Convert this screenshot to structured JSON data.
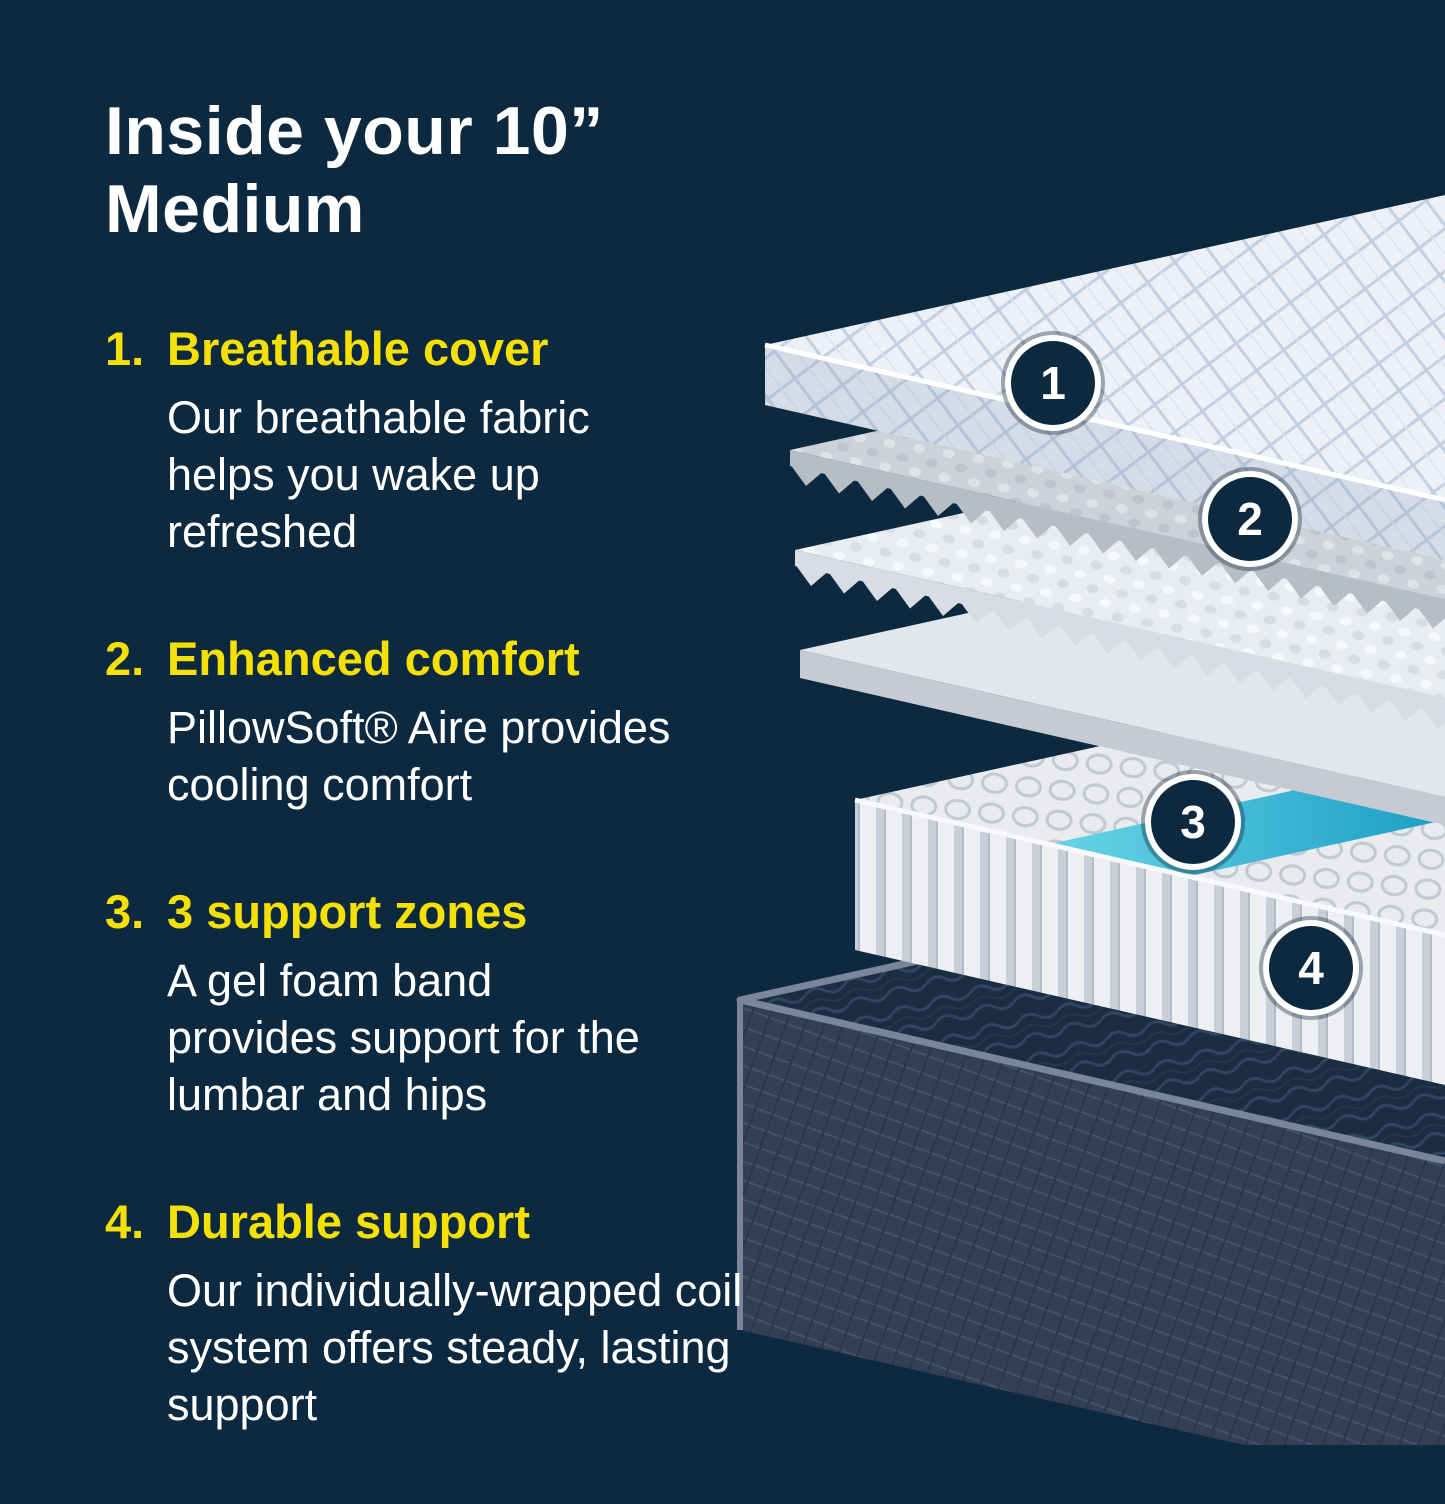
{
  "page": {
    "title": "Inside your 10” Medium",
    "background_color": "#0d2940",
    "heading_accent_color": "#f5e003",
    "body_text_color": "#ffffff"
  },
  "sections": [
    {
      "number": "1.",
      "heading": "Breathable cover",
      "body": "Our breathable fabric helps you wake up refreshed"
    },
    {
      "number": "2.",
      "heading": "Enhanced comfort",
      "body": "PillowSoft® Aire provides cooling comfort"
    },
    {
      "number": "3.",
      "heading": "3 support zones",
      "body": "A gel foam band provides support for the lumbar and hips"
    },
    {
      "number": "4.",
      "heading": "Durable support",
      "body": "Our individually-wrapped coil system offers steady, lasting support"
    }
  ],
  "callouts": [
    {
      "label": "1"
    },
    {
      "label": "2"
    },
    {
      "label": "3"
    },
    {
      "label": "4"
    }
  ],
  "illustration": {
    "name": "exploded-mattress-layers",
    "layers": [
      "quilted-breathable-cover",
      "gray-egg-crate-foam",
      "white-egg-crate-foam",
      "flat-foam-sheet",
      "gel-foam-band",
      "pocket-coil-unit",
      "fabric-base-foundation"
    ],
    "gel_band_color": "#3fc3da"
  }
}
